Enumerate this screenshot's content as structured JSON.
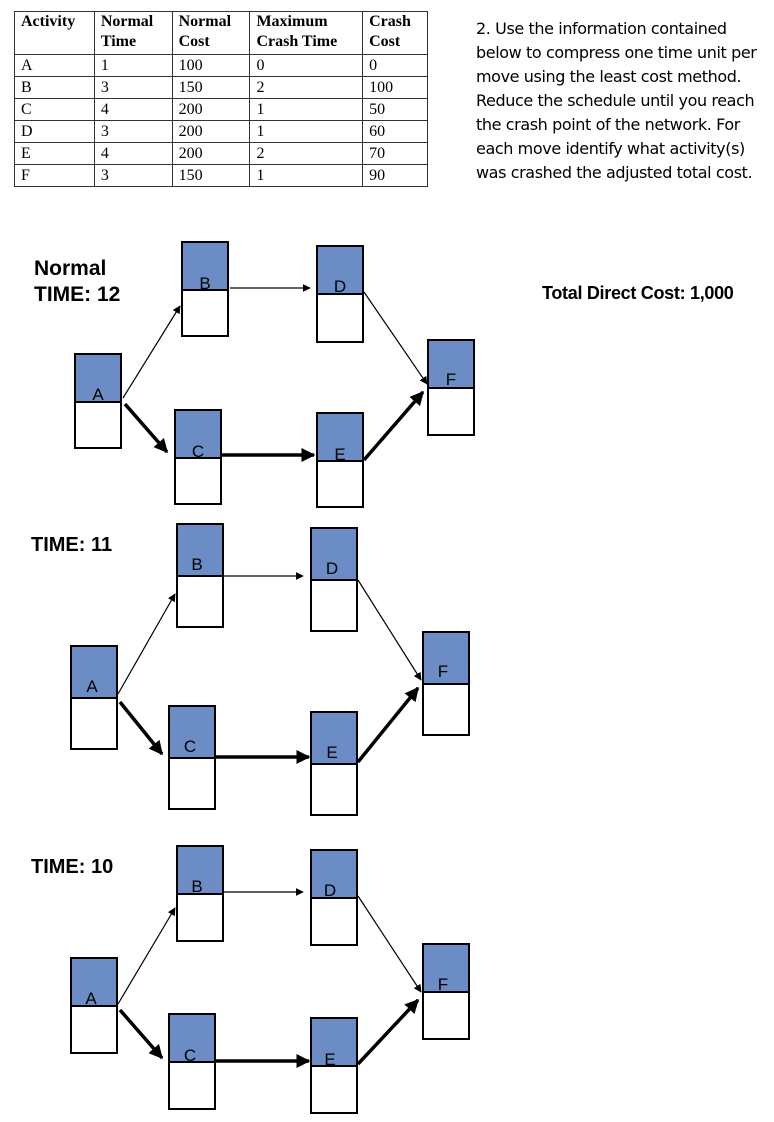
{
  "table": {
    "headers": [
      [
        "Activity"
      ],
      [
        "Normal",
        "Time"
      ],
      [
        "Normal",
        "Cost"
      ],
      [
        "Maximum",
        "Crash Time"
      ],
      [
        "Crash",
        "Cost"
      ]
    ],
    "rows": [
      [
        "A",
        "1",
        "100",
        "0",
        "0"
      ],
      [
        "B",
        "3",
        "150",
        "2",
        "100"
      ],
      [
        "C",
        "4",
        "200",
        "1",
        "50"
      ],
      [
        "D",
        "3",
        "200",
        "1",
        "60"
      ],
      [
        "E",
        "4",
        "200",
        "2",
        "70"
      ],
      [
        "F",
        "3",
        "150",
        "1",
        "90"
      ]
    ]
  },
  "instructions": {
    "lines": [
      "2.  Use the information contained",
      "below to compress one time unit per",
      "move using the least cost method.",
      "Reduce the schedule until you reach",
      "the crash point of the network. For",
      "each move identify what activity(s)",
      "was crashed the adjusted total cost."
    ]
  },
  "labels": {
    "normal_word": "Normal",
    "normal_time": "TIME:  12",
    "time_11": "TIME:  11",
    "time_10": "TIME:  10",
    "total_cost": "Total Direct Cost: 1,000"
  },
  "node_names": {
    "A": "A",
    "B": "B",
    "C": "C",
    "D": "D",
    "E": "E",
    "F": "F"
  },
  "colors": {
    "node_fill": "#6b8cc4",
    "border": "#000000",
    "background": "#ffffff"
  }
}
